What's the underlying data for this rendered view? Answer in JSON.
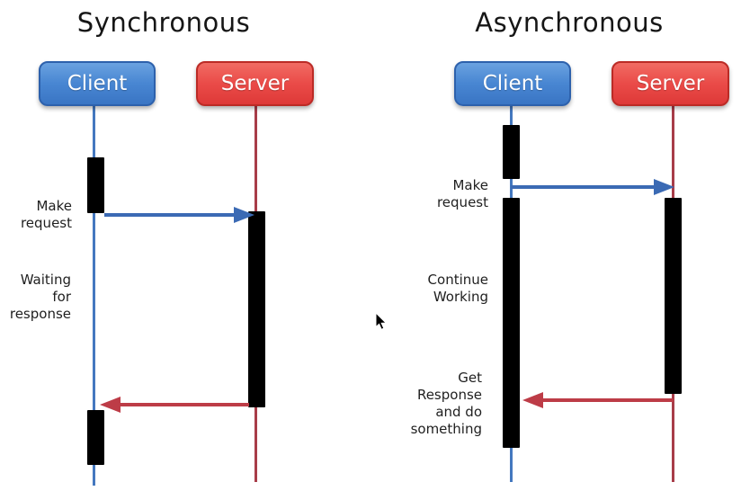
{
  "page": {
    "background": "#ffffff"
  },
  "sync": {
    "title": "Synchronous",
    "client_label": "Client",
    "server_label": "Server",
    "make_request_label": "Make\nrequest",
    "waiting_label": "Waiting\nfor\nresponse"
  },
  "async": {
    "title": "Asynchronous",
    "client_label": "Client",
    "server_label": "Server",
    "make_request_label": "Make\nrequest",
    "continue_label": "Continue\nWorking",
    "get_response_label": "Get\nResponse\nand do\nsomething"
  },
  "colors": {
    "client_box": "#4886d2",
    "client_box_border": "#2d61ac",
    "server_box": "#ea4b48",
    "server_box_border": "#bb2b26",
    "client_lifeline": "#4478bf",
    "server_lifeline": "#a83d49",
    "request_arrow": "#3b6ab4",
    "response_arrow": "#bd3c47",
    "activation_bar": "#000000",
    "text": "#1c1c1c"
  }
}
